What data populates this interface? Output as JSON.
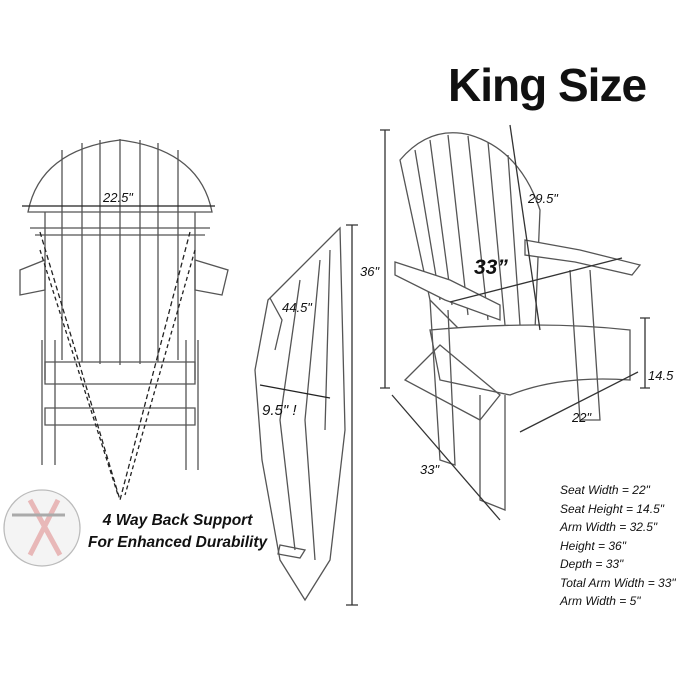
{
  "title": "King Size",
  "dimensions": {
    "back_width": "22.5\"",
    "folded_length": "44.5\"",
    "height": "36\"",
    "folded_depth": "9.5\" !",
    "back_height": "29.5\"",
    "total_arm_width": "33”",
    "seat_height": "14.5",
    "seat_width": "22\"",
    "depth": "33\""
  },
  "slogan": [
    "4 Way Back Support",
    "For Enhanced Durability"
  ],
  "specs": [
    "Seat Width = 22\"",
    "Seat Height = 14.5\"",
    "Arm Width = 32.5\"",
    "Height = 36\"",
    "Depth = 33\"",
    "Total Arm Width = 33\"",
    "Arm Width = 5\""
  ],
  "colors": {
    "line": "#555555",
    "text": "#111111",
    "support_x": "#e8b8b8"
  }
}
